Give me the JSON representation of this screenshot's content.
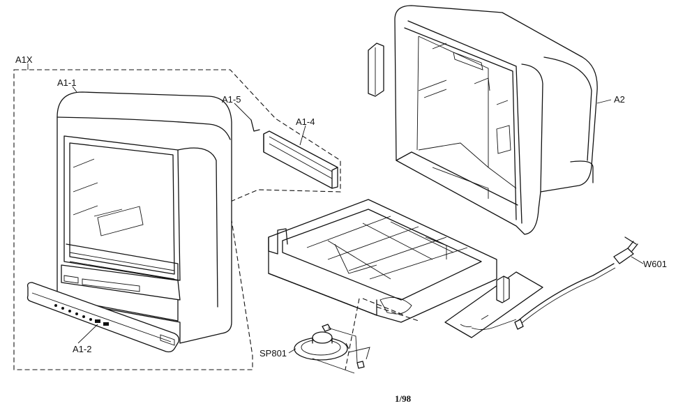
{
  "labels": {
    "a1x": "A1X",
    "a1_1": "A1-1",
    "a1_2": "A1-2",
    "a1_4": "A1-4",
    "a1_5": "A1-5",
    "a2": "A2",
    "w601": "W601",
    "sp801": "SP801"
  },
  "footer": {
    "page_code": "1/98"
  }
}
